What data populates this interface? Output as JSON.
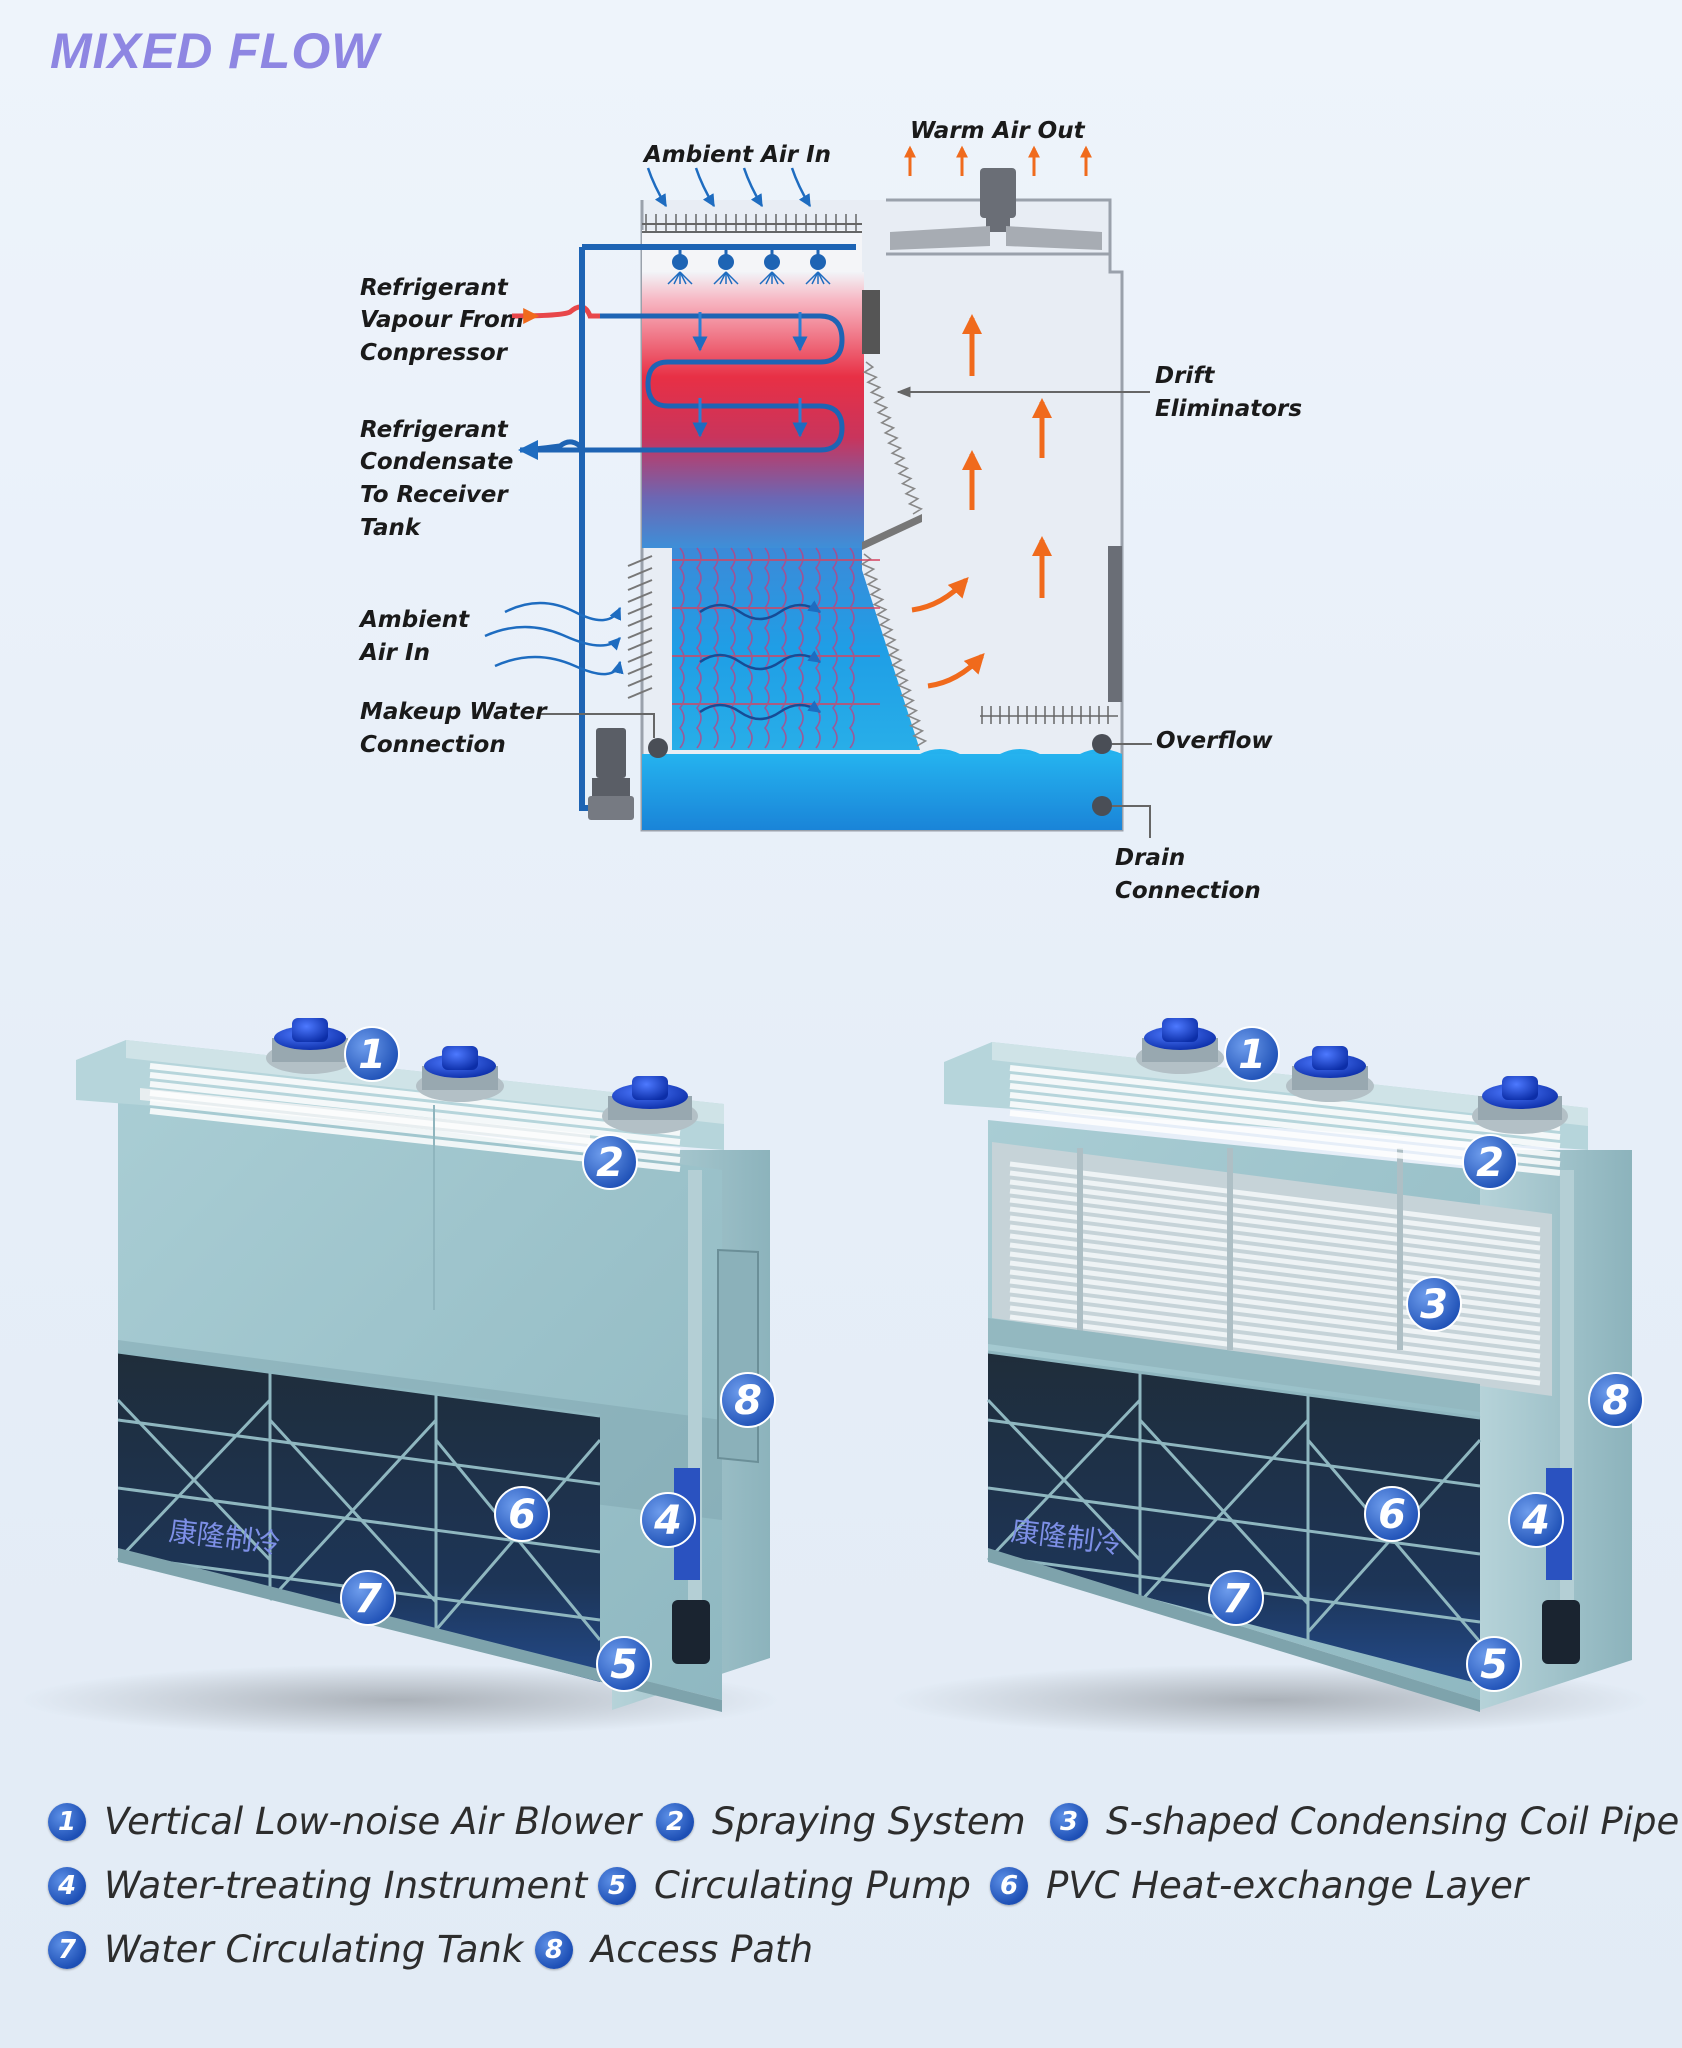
{
  "page": {
    "title": "MIXED FLOW"
  },
  "schematic": {
    "labels": {
      "ambient_air_in_top": "Ambient Air In",
      "warm_air_out": "Warm Air Out",
      "refrigerant_vapour_1": "Refrigerant",
      "refrigerant_vapour_2": "Vapour From",
      "refrigerant_vapour_3": "Conpressor",
      "refrigerant_condensate_1": "Refrigerant",
      "refrigerant_condensate_2": "Condensate",
      "refrigerant_condensate_3": "To Receiver",
      "refrigerant_condensate_4": "Tank",
      "drift_1": "Drift",
      "drift_2": "Eliminators",
      "ambient_air_in_side_1": "Ambient",
      "ambient_air_in_side_2": "Air In",
      "makeup_1": "Makeup Water",
      "makeup_2": "Connection",
      "overflow": "Overflow",
      "drain_1": "Drain",
      "drain_2": "Connection"
    },
    "colors": {
      "pipe_blue": "#1e64b4",
      "pipe_red": "#e8474a",
      "water_blue": "#1ea6e6",
      "arrow_orange": "#f06a1c"
    }
  },
  "units": {
    "brand_mark": "康隆制冷",
    "left_callouts": [
      "1",
      "2",
      "4",
      "5",
      "6",
      "7",
      "8"
    ],
    "right_callouts": [
      "1",
      "2",
      "3",
      "4",
      "5",
      "6",
      "7",
      "8"
    ],
    "body_color": "#9cc3cc"
  },
  "legend": {
    "items": [
      {
        "num": "1",
        "text": "Vertical Low-noise Air Blower"
      },
      {
        "num": "2",
        "text": "Spraying System"
      },
      {
        "num": "3",
        "text": "S-shaped Condensing Coil Pipe"
      },
      {
        "num": "4",
        "text": "Water-treating Instrument"
      },
      {
        "num": "5",
        "text": "Circulating Pump"
      },
      {
        "num": "6",
        "text": "PVC Heat-exchange Layer"
      },
      {
        "num": "7",
        "text": "Water Circulating Tank"
      },
      {
        "num": "8",
        "text": "Access Path"
      }
    ]
  }
}
